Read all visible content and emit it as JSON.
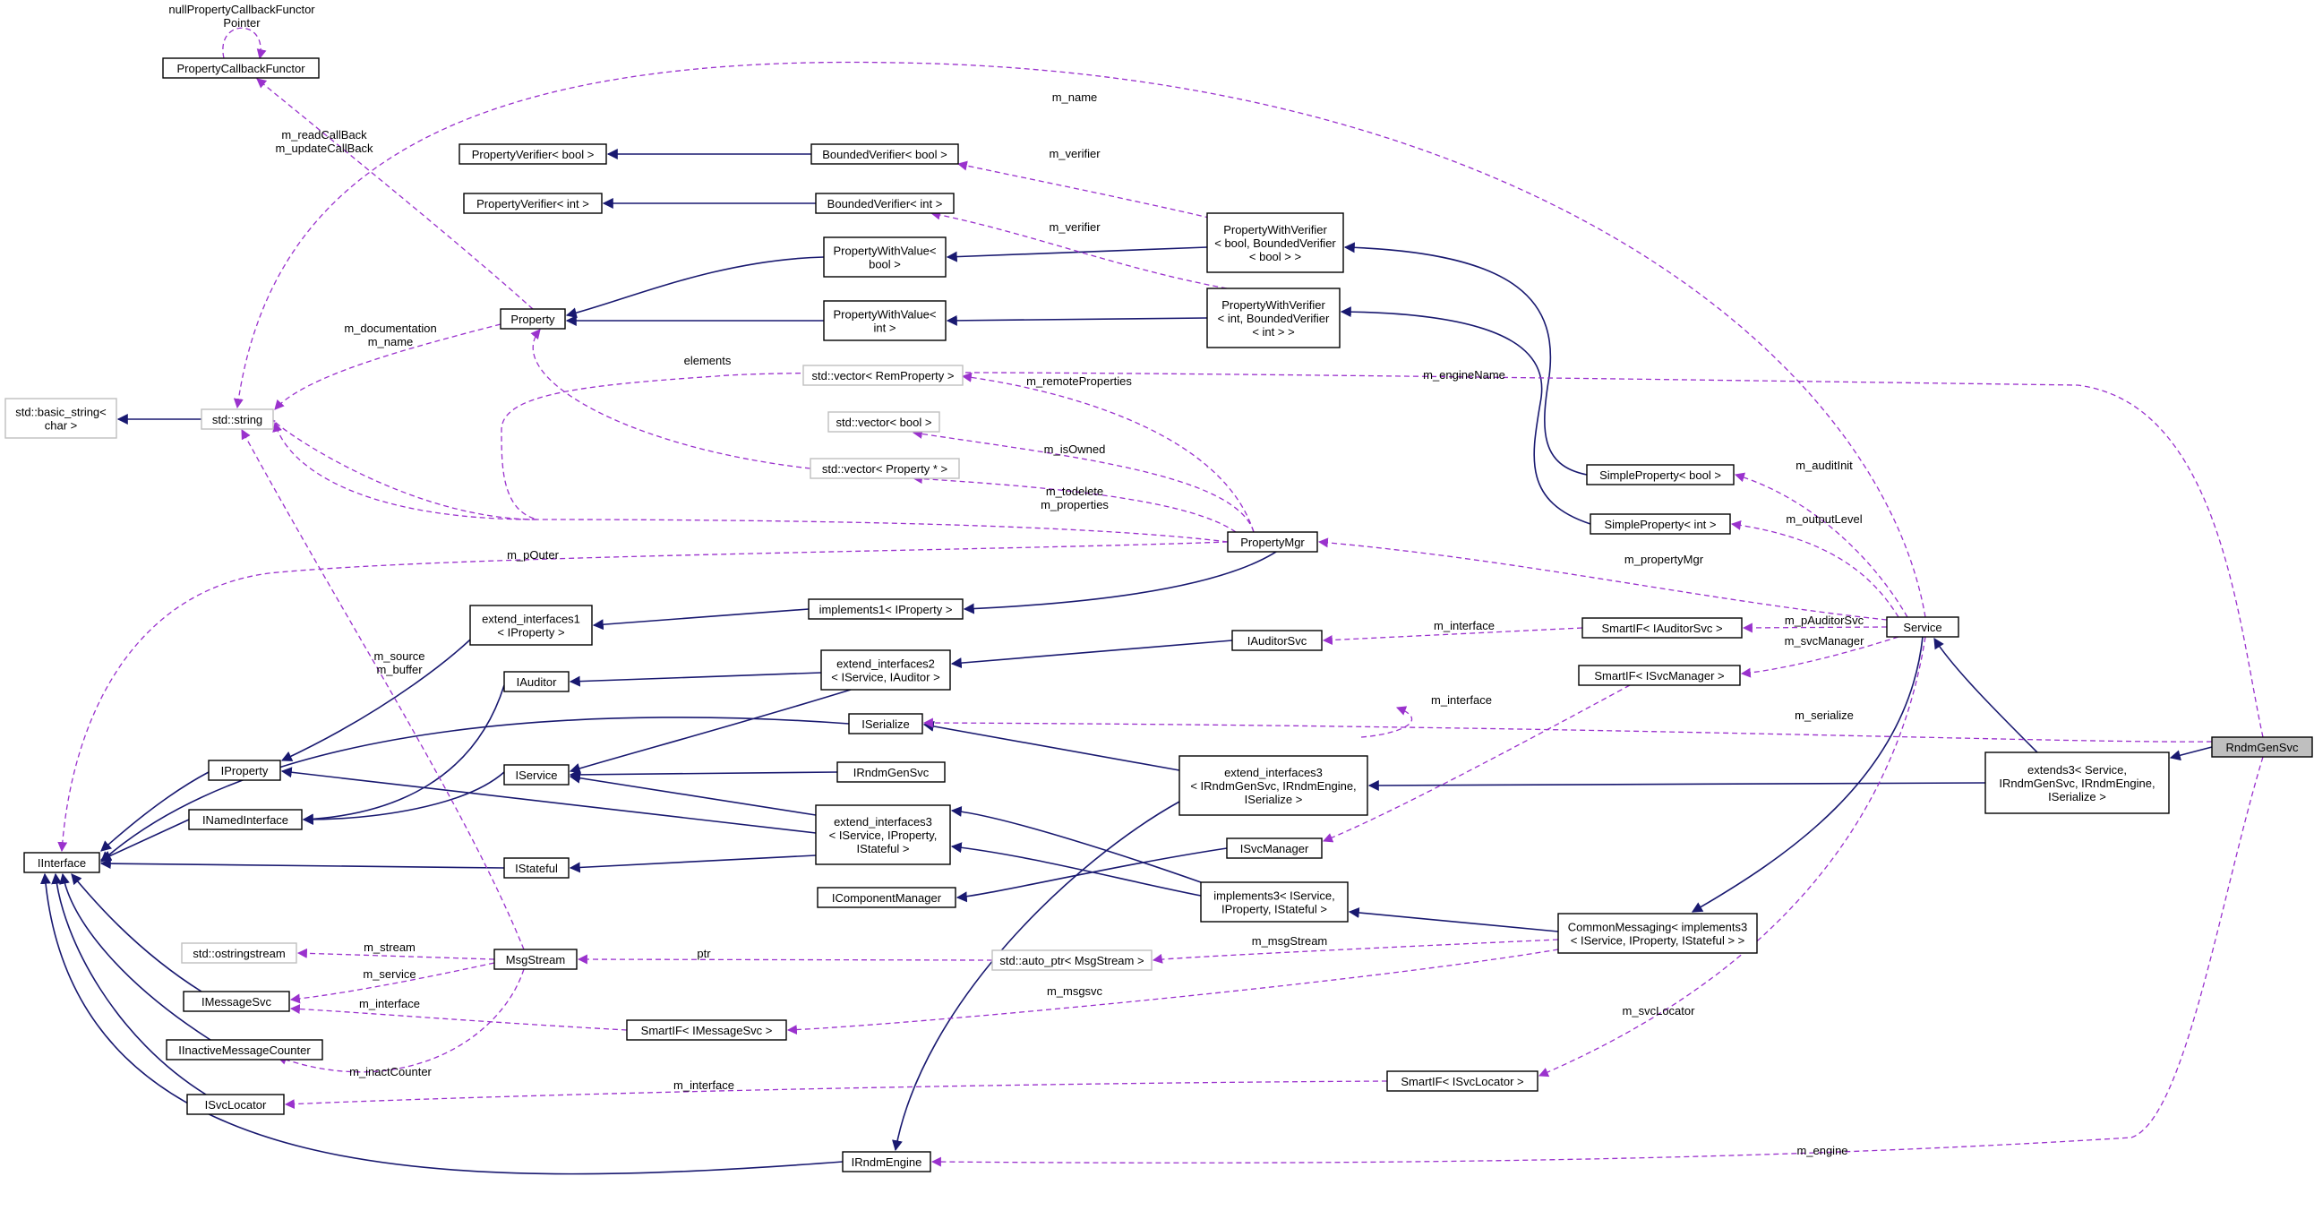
{
  "colors": {
    "inheritance_edge": "#191970",
    "usage_edge": "#9a32cd",
    "node_border": "#000000",
    "external_node_border": "#bfbfbf",
    "focus_node_fill": "#bfbfbf"
  },
  "nodes": {
    "RndmGenSvc": [
      "RndmGenSvc"
    ],
    "extends3": [
      "extends3< Service,",
      "IRndmGenSvc, IRndmEngine,",
      "ISerialize >"
    ],
    "Service": [
      "Service"
    ],
    "CommonMessaging": [
      "CommonMessaging< implements3",
      "< IService, IProperty, IStateful > >"
    ],
    "implements3": [
      "implements3< IService,",
      "IProperty, IStateful >"
    ],
    "extend_interfaces3a": [
      "extend_interfaces3",
      "< IService, IProperty,",
      "IStateful >"
    ],
    "extend_interfaces3b": [
      "extend_interfaces3",
      "< IRndmGenSvc, IRndmEngine,",
      "ISerialize >"
    ],
    "IRndmGenSvc": [
      "IRndmGenSvc"
    ],
    "IRndmEngine": [
      "IRndmEngine"
    ],
    "ISerialize": [
      "ISerialize"
    ],
    "IService": [
      "IService"
    ],
    "IStateful": [
      "IStateful"
    ],
    "IProperty": [
      "IProperty"
    ],
    "INamedInterface": [
      "INamedInterface"
    ],
    "IInterface": [
      "IInterface"
    ],
    "IAuditor": [
      "IAuditor"
    ],
    "extend_interfaces2": [
      "extend_interfaces2",
      "< IService, IAuditor >"
    ],
    "extend_interfaces1": [
      "extend_interfaces1",
      "< IProperty >"
    ],
    "implements1": [
      "implements1< IProperty >"
    ],
    "IAuditorSvc": [
      "IAuditorSvc"
    ],
    "IComponentManager": [
      "IComponentManager"
    ],
    "ISvcManager": [
      "ISvcManager"
    ],
    "IMessageSvc": [
      "IMessageSvc"
    ],
    "IInactiveMessageCounter": [
      "IInactiveMessageCounter"
    ],
    "ISvcLocator": [
      "ISvcLocator"
    ],
    "std_ostringstream": [
      "std::ostringstream"
    ],
    "MsgStream": [
      "MsgStream"
    ],
    "std_auto_ptr": [
      "std::auto_ptr< MsgStream >"
    ],
    "SmartIF_IMessageSvc": [
      "SmartIF< IMessageSvc >"
    ],
    "SmartIF_ISvcLocator": [
      "SmartIF< ISvcLocator >"
    ],
    "SmartIF_IAuditorSvc": [
      "SmartIF< IAuditorSvc >"
    ],
    "SmartIF_ISvcManager": [
      "SmartIF< ISvcManager >"
    ],
    "PropertyMgr": [
      "PropertyMgr"
    ],
    "SimpleProperty_bool": [
      "SimpleProperty< bool >"
    ],
    "SimpleProperty_int": [
      "SimpleProperty< int >"
    ],
    "PWVerifier_bool": [
      "PropertyWithVerifier",
      "< bool, BoundedVerifier",
      "< bool > >"
    ],
    "PWVerifier_int": [
      "PropertyWithVerifier",
      "< int, BoundedVerifier",
      "< int > >"
    ],
    "PWValue_bool": [
      "PropertyWithValue<",
      "bool >"
    ],
    "PWValue_int": [
      "PropertyWithValue<",
      "int >"
    ],
    "BoundedVerifier_bool": [
      "BoundedVerifier< bool >"
    ],
    "BoundedVerifier_int": [
      "BoundedVerifier< int >"
    ],
    "PropertyVerifier_bool": [
      "PropertyVerifier< bool >"
    ],
    "PropertyVerifier_int": [
      "PropertyVerifier< int >"
    ],
    "Property": [
      "Property"
    ],
    "PropertyCallbackFunctor": [
      "PropertyCallbackFunctor"
    ],
    "std_string": [
      "std::string"
    ],
    "std_basic_string": [
      "std::basic_string<",
      "char >"
    ],
    "vec_RemProperty": [
      "std::vector< RemProperty >"
    ],
    "vec_bool": [
      "std::vector< bool >"
    ],
    "vec_Property": [
      "std::vector< Property * >"
    ]
  },
  "edge_labels": {
    "nullPropertyCallbackFunctorPointer": [
      "nullPropertyCallbackFunctor",
      "Pointer"
    ],
    "m_readCallBack": [
      "m_readCallBack",
      "m_updateCallBack"
    ],
    "m_name_top": [
      "m_name"
    ],
    "m_verifier_bool": [
      "m_verifier"
    ],
    "m_verifier_int": [
      "m_verifier"
    ],
    "m_documentation": [
      "m_documentation",
      "m_name"
    ],
    "elements": [
      "elements"
    ],
    "m_remoteProperties": [
      "m_remoteProperties"
    ],
    "m_engineName": [
      "m_engineName"
    ],
    "m_isOwned": [
      "m_isOwned"
    ],
    "m_todelete": [
      "m_todelete",
      "m_properties"
    ],
    "m_auditInit": [
      "m_auditInit"
    ],
    "m_outputLevel": [
      "m_outputLevel"
    ],
    "m_pOuter": [
      "m_pOuter"
    ],
    "m_propertyMgr": [
      "m_propertyMgr"
    ],
    "m_interface_auditor": [
      "m_interface"
    ],
    "m_pAuditorSvc": [
      "m_pAuditorSvc"
    ],
    "m_svcManager": [
      "m_svcManager"
    ],
    "m_source": [
      "m_source",
      "m_buffer"
    ],
    "m_serialize": [
      "m_serialize"
    ],
    "m_interface_svcmgr": [
      "m_interface"
    ],
    "m_stream": [
      "m_stream"
    ],
    "ptr": [
      "ptr"
    ],
    "m_msgStream": [
      "m_msgStream"
    ],
    "m_service": [
      "m_service"
    ],
    "m_interface_msg": [
      "m_interface"
    ],
    "m_msgsvc": [
      "m_msgsvc"
    ],
    "m_svcLocator": [
      "m_svcLocator"
    ],
    "m_inactCounter": [
      "m_inactCounter"
    ],
    "m_interface_loc": [
      "m_interface"
    ],
    "m_engine": [
      "m_engine"
    ]
  }
}
